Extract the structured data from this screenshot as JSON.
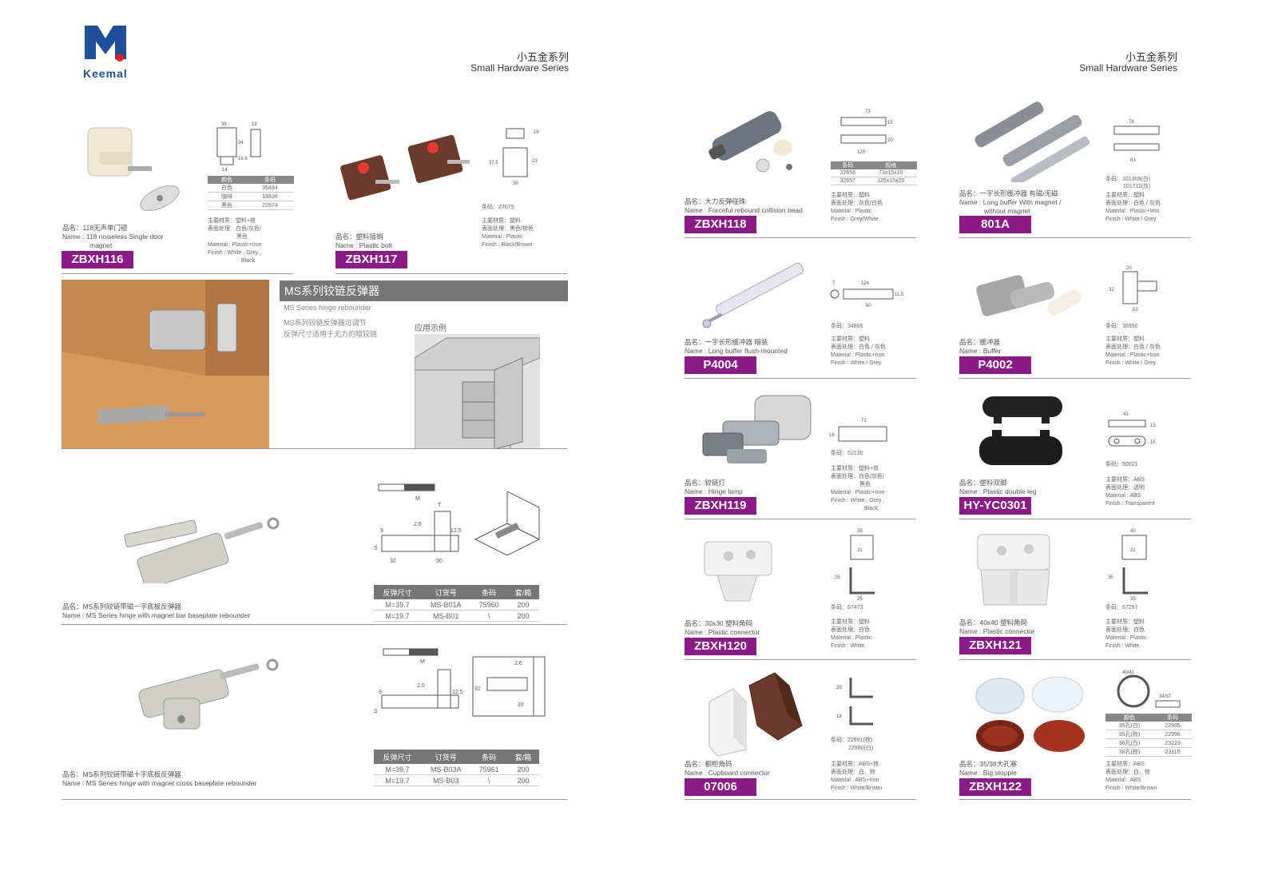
{
  "brand": {
    "name": "Keemal",
    "primary_color": "#1f4f9a",
    "accent_color": "#d9202c"
  },
  "header": {
    "left_cn": "小五金系列",
    "left_en": "Small Hardware Series",
    "right_cn": "小五金系列",
    "right_en": "Small Hardware Series"
  },
  "badge_color": "#8b1a86",
  "p116": {
    "code": "ZBXH116",
    "name_cn": "品名：118无声单门碰",
    "name_en": "Name : 118 noiseless Single door",
    "name_en2": "magnet",
    "table": {
      "headers": [
        "颜色",
        "条码"
      ],
      "rows": [
        [
          "白色",
          "05484"
        ],
        [
          "咖啡",
          "18836"
        ],
        [
          "黑色",
          "22674"
        ]
      ]
    },
    "spec": [
      "主要材质：塑料+铁",
      "表面处理：白色/灰色/",
      "黑色",
      "Material : Plastic+Iron",
      "Finish :      White , Grey ,",
      "Black"
    ],
    "dims": [
      "38",
      "19",
      "34",
      "16.6",
      "14"
    ]
  },
  "p117": {
    "code": "ZBXH117",
    "name_cn": "品名：塑料插销",
    "name_en": "Name : Plastic bolt",
    "barcode": "条码：27075",
    "spec": [
      "主要材质：塑料",
      "表面处理：黑色/棕色",
      "Material : Plastic",
      "Finish :      Black/Brown"
    ],
    "dims": [
      "16",
      "37.5",
      "23",
      "36"
    ]
  },
  "ms_section": {
    "title": "MS系列铰链反弹器",
    "subtitle": "MS Series hinge rebounder",
    "desc1": "MS系列铰链反弹器可调节",
    "desc2": "反弹尺寸适用于无力的暗铰链",
    "example_label": "应用示例"
  },
  "ms1": {
    "name_cn": "品名：MS系列铰链带磁一字底板反弹器",
    "name_en": "Name : MS Series hinge with magnet bar baseplate rebounder",
    "table": {
      "headers": [
        "反弹尺寸",
        "订货号",
        "条码",
        "套/箱"
      ],
      "rows": [
        [
          "M=39.7",
          "MS-B01A",
          "75960",
          "200"
        ],
        [
          "M=19.7",
          "MS-B01",
          "\\",
          "200"
        ]
      ]
    },
    "dims": [
      "M",
      "T",
      "2.6",
      "12.5",
      "9",
      "32",
      "20",
      "S"
    ]
  },
  "ms2": {
    "name_cn": "品名：MS系列铰链带磁十字底板反弹器",
    "name_en": "Name : MS Series hinge with magnet cross baseplate rebounder",
    "table": {
      "headers": [
        "反弹尺寸",
        "订货号",
        "条码",
        "套/箱"
      ],
      "rows": [
        [
          "M=39.7",
          "MS-B03A",
          "75961",
          "200"
        ],
        [
          "M=19.7",
          "MS-B03",
          "\\",
          "200"
        ]
      ]
    },
    "dims": [
      "M",
      "2.6",
      "12.5",
      "9",
      "32",
      "2.6",
      "37",
      "S"
    ]
  },
  "p118": {
    "code": "ZBXH118",
    "name_cn": "品名：大力反弹碰珠",
    "name_en": "Name : Forceful rebound collision bead",
    "table": {
      "headers": [
        "条码",
        "规格"
      ],
      "rows": [
        [
          "32656",
          "73x15x20"
        ],
        [
          "32657",
          "125x15x20"
        ]
      ]
    },
    "spec": [
      "主要材质：塑料",
      "表面处理：灰色/白色",
      "Material : Plastic",
      "Finish :      Grey/White"
    ],
    "dims": [
      "73",
      "15",
      "20",
      "125"
    ]
  },
  "p801a": {
    "code": "801A",
    "name_cn": "品名：一字长形缓冲器 有磁/无磁",
    "name_en": "Name : Long buffer  With magnet /",
    "name_en2": "without magnet",
    "barcode1": "条码：101309(白)",
    "barcode2": "101711(灰)",
    "spec": [
      "主要材质：塑料",
      "表面处理：白色 / 灰色",
      "Material : Plastic+Iron",
      "Finish :      White / Grey"
    ],
    "dims": [
      "78",
      "83"
    ]
  },
  "p4004": {
    "code": "P4004",
    "name_cn": "品名：一字长形缓冲器 暗装",
    "name_en": "Name : Long buffer flush-mounted",
    "barcode": "条码：34866",
    "spec": [
      "主要材质：塑料",
      "表面处理：白色 / 灰色",
      "Material : Plastic+Iron",
      "Finish :      White / Grey"
    ],
    "dims": [
      "124",
      "11.5",
      "80",
      "7"
    ]
  },
  "p4002": {
    "code": "P4002",
    "name_cn": "品名：缓冲器",
    "name_en": "Name : Buffer",
    "barcode": "条码：36950",
    "spec": [
      "主要材质：塑料",
      "表面处理：白色 / 灰色",
      "Material : Plastic+Iron",
      "Finish :      White / Grey"
    ],
    "dims": [
      "20",
      "32",
      "53"
    ]
  },
  "p119": {
    "code": "ZBXH119",
    "name_cn": "品名：铰链灯",
    "name_en": "Name : Hinge lamp",
    "barcode": "条码：52130",
    "spec": [
      "主要材质：塑料+铁",
      "表面处理：白色/灰色/",
      "黑色",
      "Material : Plastic+Iron",
      "Finish :      White , Grey ,",
      "Black"
    ],
    "dims": [
      "71",
      "18"
    ]
  },
  "pyc0301": {
    "code": "HY-YC0301",
    "name_cn": "品名：塑料双脚",
    "name_en": "Name : Plastic double leg",
    "barcode": "条码：50021",
    "spec": [
      "主要材质：ABS",
      "表面处理：透明",
      "Material : ABS",
      "Finish :      Transparent"
    ],
    "dims": [
      "43",
      "15",
      "15"
    ]
  },
  "p120": {
    "code": "ZBXH120",
    "name_cn": "品名：30x30 塑料角码",
    "name_en": "Name : Plastic connector",
    "barcode": "条码：67473",
    "spec": [
      "主要材质：塑料",
      "表面处理：白色",
      "Material : Plastic",
      "Finish :      White"
    ],
    "dims": [
      "35",
      "21",
      "25",
      "25"
    ]
  },
  "p121": {
    "code": "ZBXH121",
    "name_cn": "品名：40x40 塑料角码",
    "name_en": "Name : Plastic connector",
    "barcode": "条码：67297",
    "spec": [
      "主要材质：塑料",
      "表面处理：白色",
      "Material : Plastic",
      "Finish :      White"
    ],
    "dims": [
      "40",
      "21",
      "35",
      "35"
    ]
  },
  "p07006": {
    "code": "07006",
    "name_cn": "品名：橱柜角码",
    "name_en": "Name : Cupboard connector",
    "barcode1": "条码：22991(棕)",
    "barcode2": "22990(白)",
    "spec": [
      "主要材质：ABS+铁",
      "表面处理：白、棕",
      "Material : ABS+Iron",
      "Finish :      White/Brown"
    ],
    "dims": [
      "29",
      "18"
    ]
  },
  "p122": {
    "code": "ZBXH122",
    "name_cn": "品名：35/38大孔塞",
    "name_en": "Name : Big stopple",
    "table": {
      "headers": [
        "颜色",
        "条码"
      ],
      "rows": [
        [
          "35孔(白)",
          "22995"
        ],
        [
          "35孔(棕)",
          "22996"
        ],
        [
          "38孔(白)",
          "23223"
        ],
        [
          "38孔(棕)",
          "23115"
        ]
      ]
    },
    "spec": [
      "主要材质：ABS",
      "表面处理：白、棕",
      "Material : ABS",
      "Finish :      White/Brown"
    ],
    "dims": [
      "40/42",
      "34/37"
    ]
  }
}
